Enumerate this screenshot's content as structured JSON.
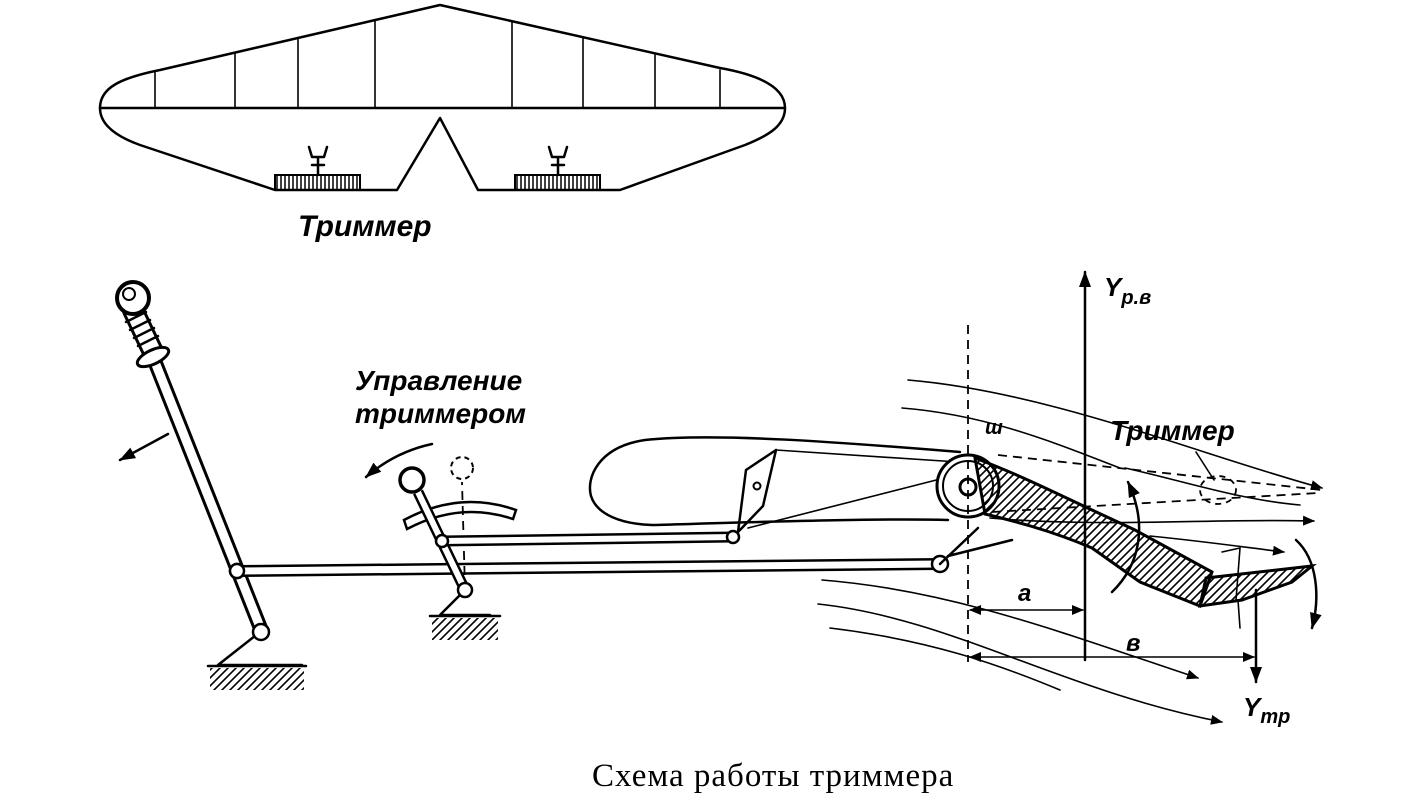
{
  "top_view": {
    "trim_label": "Триммер"
  },
  "trim_control": {
    "label_line1": "Управление",
    "label_line2": "триммером"
  },
  "side_view": {
    "hinge_label": "ш",
    "trim_label": "Триммер",
    "elevator_force": {
      "symbol": "Y",
      "subscript": "р.в"
    },
    "trim_force": {
      "symbol": "Y",
      "subscript": "тр"
    },
    "dim_a": "а",
    "dim_b": "в"
  },
  "caption": "Схема работы триммера"
}
